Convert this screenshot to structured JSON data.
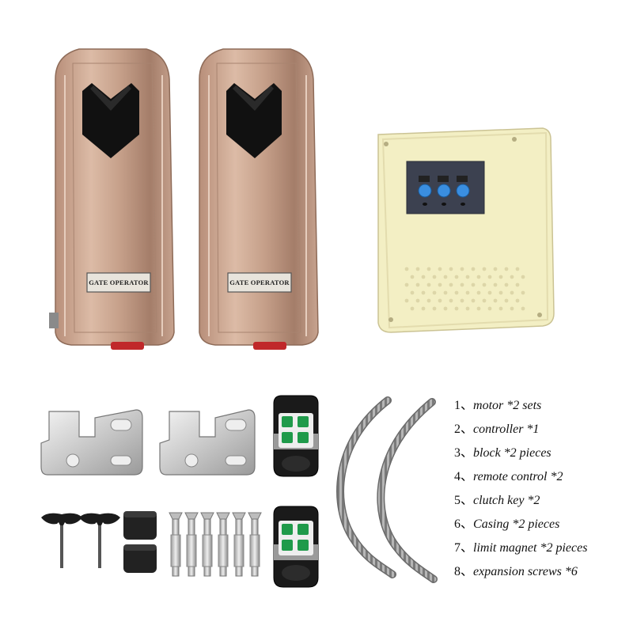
{
  "product": {
    "motor_label_left": "GATE OPERATOR",
    "motor_label_right": "GATE OPERATOR"
  },
  "parts_list": [
    {
      "num": "1、",
      "text": "motor *2 sets"
    },
    {
      "num": "2、",
      "text": "controller *1"
    },
    {
      "num": "3、",
      "text": "block *2 pieces"
    },
    {
      "num": "4、",
      "text": "remote control *2"
    },
    {
      "num": "5、",
      "text": "clutch key *2"
    },
    {
      "num": "6、",
      "text": "Casing *2 pieces"
    },
    {
      "num": "7、",
      "text": "limit magnet *2 pieces"
    },
    {
      "num": "8、",
      "text": "expansion screws *6"
    }
  ],
  "colors": {
    "motor_body": "#c9a48e",
    "controller_body": "#f3efc4",
    "button_blue": "#3a8ee0",
    "remote_green": "#1f9a4a"
  }
}
